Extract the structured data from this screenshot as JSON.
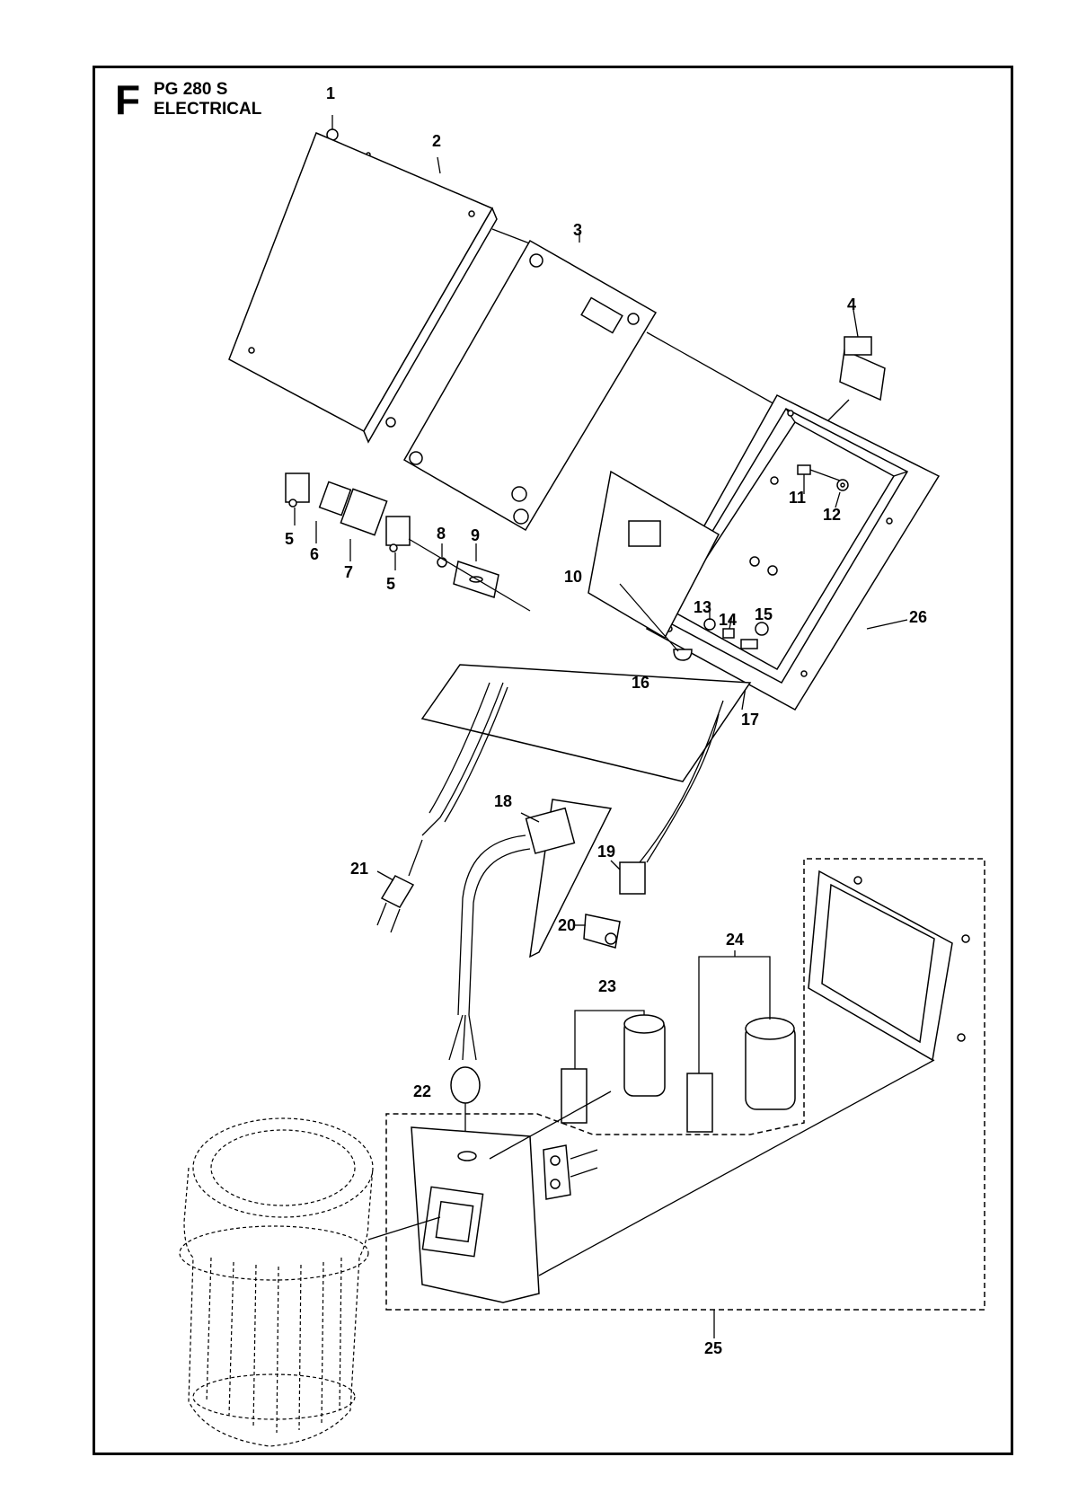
{
  "header": {
    "section_letter": "F",
    "model": "PG 280 S",
    "section": "ELECTRICAL"
  },
  "callouts": [
    "1",
    "2",
    "3",
    "4",
    "5",
    "6",
    "7",
    "5",
    "8",
    "9",
    "10",
    "11",
    "12",
    "13",
    "14",
    "15",
    "26",
    "16",
    "17",
    "18",
    "19",
    "20",
    "21",
    "22",
    "23",
    "24",
    "25"
  ]
}
